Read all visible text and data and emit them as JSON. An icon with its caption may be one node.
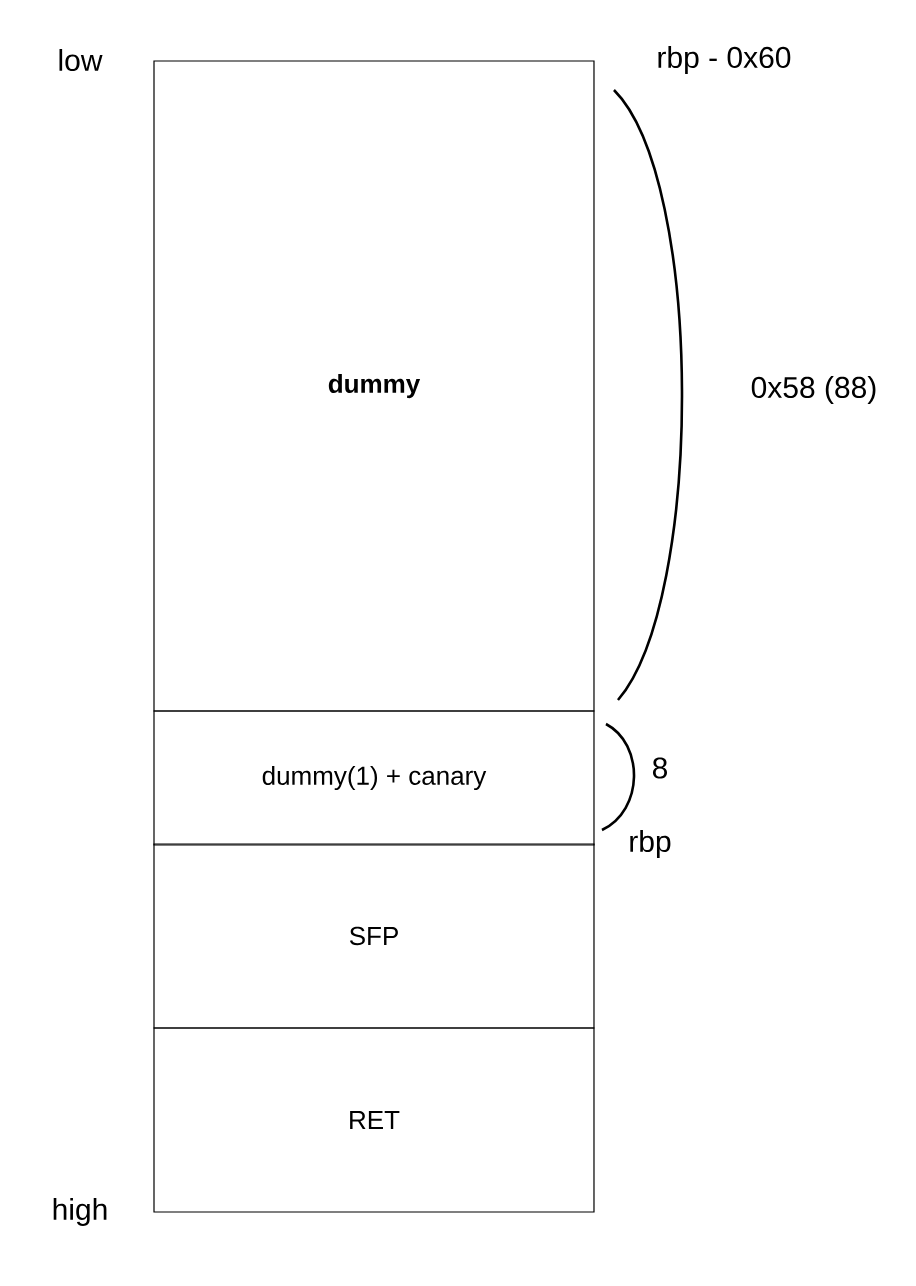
{
  "diagram": {
    "nodes": [
      {
        "text": [
          "dummy"
        ]
      },
      {
        "text": [
          "dummy(1) + canary"
        ]
      },
      {
        "text": [
          "SFP"
        ]
      },
      {
        "text": [
          "RET"
        ]
      }
    ],
    "labels": [
      "low",
      "rbp - 0x60",
      "0x58 (88)",
      "8",
      "rbp",
      "high"
    ]
  }
}
